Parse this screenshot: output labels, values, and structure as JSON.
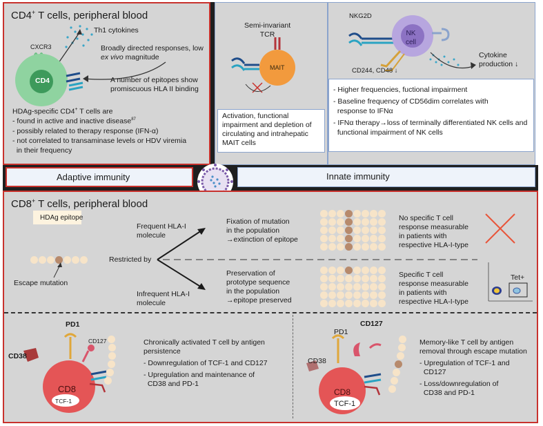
{
  "cd4": {
    "title": "CD4",
    "title_sup": "+",
    "title_rest": " T cells, peripheral blood",
    "th1": "Th1 cytokines",
    "cxcr3": "CXCR3",
    "cell_label": "CD4",
    "broad_1": "Broadly directed responses, low",
    "broad_2_italic": "ex vivo",
    "broad_2_rest": " magnitude",
    "epi_1": "A number of epitopes show",
    "epi_2": "promiscuous HLA II binding",
    "hdag_head": "HDAg-specific CD4",
    "hdag_head_sup": "+",
    "hdag_head_rest": " T cells are",
    "bullets": [
      {
        "text": "- found in active and inactive disease",
        "sup": "87"
      },
      {
        "text": "- possibly related to therapy response (IFN-α)",
        "sup": ""
      },
      {
        "text": "- not correlated to transaminase levels or HDV viremia",
        "sup": ""
      },
      {
        "text": "  in their frequency",
        "sup": ""
      }
    ]
  },
  "mait": {
    "tcr_1": "Semi-invariant",
    "tcr_2": "TCR",
    "cell_label": "MAIT",
    "box_lines": [
      "Activation, functional",
      "impairment and depletion of",
      "circulating and intrahepatic",
      "MAIT cells"
    ]
  },
  "nk": {
    "nkg2d": "NKG2D",
    "cell_label_1": "NK",
    "cell_label_2": "cell",
    "cd244": "CD244, CD48 ↓",
    "cyto_1": "Cytokine",
    "cyto_2": "production ↓",
    "bullets": [
      "- Higher frequencies, fuctional impairment",
      "- Baseline frequency of CD56dim correlates with",
      "  response to IFNα",
      "- IFNα therapy→loss of terminally differentiated NK cells and",
      "  functional impairment of NK cells"
    ]
  },
  "bar": {
    "adaptive": "Adaptive immunity",
    "innate": "Innate immunity"
  },
  "cd8": {
    "title": "CD8",
    "title_sup": "+",
    "title_rest": " T cells, peripheral blood",
    "hdag_epitope": "HDAg epitope",
    "escape": "Escape mutation",
    "restricted": "Restricted by",
    "freq_1": "Frequent HLA-I",
    "freq_2": "molecule",
    "infreq_1": "Infrequent HLA-I",
    "infreq_2": "molecule",
    "fix_1": "Fixation of mutation",
    "fix_2": "in the population",
    "fix_3": "→extinction of epitope",
    "pres_1": "Preservation of",
    "pres_2": "prototype sequence",
    "pres_3": "in the population",
    "pres_4": "→epitope preserved",
    "nospec_1": "No specific T cell",
    "nospec_2": "response measurable",
    "nospec_3": "in patients with",
    "nospec_4": "respective HLA-I-type",
    "spec_1": "Specific T cell",
    "spec_2": "response measurable",
    "spec_3": "in patients with",
    "spec_4": "respective HLA-I-type",
    "tet": "Tet+"
  },
  "chronic": {
    "pd1": "PD1",
    "cd127": "CD127",
    "cd38": "CD38",
    "cd8": "CD8",
    "tcf1": "TCF-1",
    "lines": [
      "Chronically activated T cell by antigen",
      "persistence",
      "- Downregulation of TCF-1 and CD127",
      "- Upregulation and maintenance of",
      "  CD38 and PD-1"
    ]
  },
  "memory": {
    "pd1": "PD1",
    "cd127": "CD127",
    "cd38": "CD38",
    "cd8": "CD8",
    "tcf1": "TCF-1",
    "lines": [
      "Memory-like T cell by antigen",
      "removal through escape mutation",
      "- Upregulation of TCF-1 and",
      "  CD127",
      "- Loss/downregulation of",
      "  CD38 and PD-1"
    ]
  },
  "colors": {
    "red_border": "#c8312c",
    "blue_border": "#8aa3cc",
    "panel_bg": "#d5d5d5",
    "cd4_cell": "#6cbf84",
    "mait_cell": "#f29a3d",
    "nk_cell": "#9b86c9",
    "cd8_cell": "#d9393a",
    "epitope_dot": "#f7e4c8",
    "mutation_dot": "#b78a6c"
  }
}
